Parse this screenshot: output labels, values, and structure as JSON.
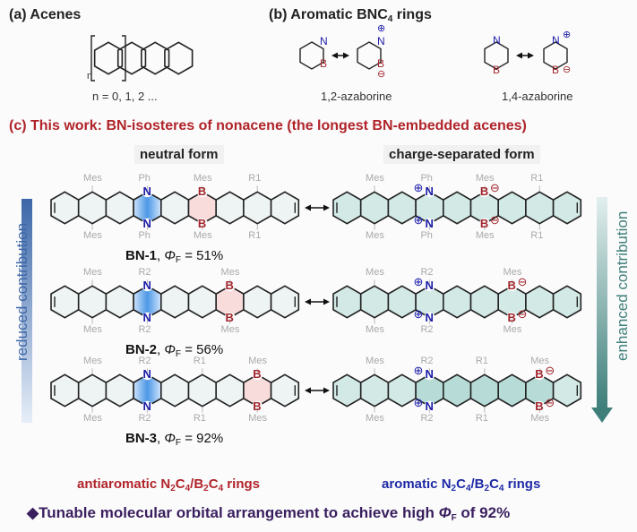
{
  "panel_a": {
    "title": "(a) Acenes",
    "n_label": "n",
    "caption": "n = 0, 1, 2 ..."
  },
  "panel_b": {
    "title_pre": "(b) Aromatic BNC",
    "title_sub": "4",
    "title_post": " rings",
    "caption_12": "1,2-azaborine",
    "caption_14": "1,4-azaborine"
  },
  "panel_c": {
    "title": "(c) This work: BN-isosteres of nonacene (the longest BN-embedded acenes)",
    "neutral_label": "neutral form",
    "charge_label": "charge-separated form",
    "left_arrow": "reduced contribution",
    "right_arrow": "enhanced contribution"
  },
  "molecules": [
    {
      "name": "BN-1",
      "phi_symbol": "Φ",
      "phi_sub": "F",
      "phi_value": "= 51%",
      "n_ring": 3,
      "b_ring": 5,
      "subs": [
        {
          "ring": 1,
          "top": "Mes",
          "bottom": "Mes"
        },
        {
          "ring": 3,
          "top": "Ph",
          "bottom": "Ph"
        },
        {
          "ring": 5,
          "top": "Mes",
          "bottom": "Mes"
        },
        {
          "ring": 7,
          "top": "R1",
          "bottom": "R1"
        }
      ]
    },
    {
      "name": "BN-2",
      "phi_symbol": "Φ",
      "phi_sub": "F",
      "phi_value": "= 56%",
      "n_ring": 3,
      "b_ring": 6,
      "subs": [
        {
          "ring": 1,
          "top": "Mes",
          "bottom": "Mes"
        },
        {
          "ring": 3,
          "top": "R2",
          "bottom": "R2"
        },
        {
          "ring": 6,
          "top": "Mes",
          "bottom": "Mes"
        }
      ]
    },
    {
      "name": "BN-3",
      "phi_symbol": "Φ",
      "phi_sub": "F",
      "phi_value": "= 92%",
      "n_ring": 3,
      "b_ring": 7,
      "subs": [
        {
          "ring": 1,
          "top": "Mes",
          "bottom": "Mes"
        },
        {
          "ring": 3,
          "top": "R2",
          "bottom": "R2"
        },
        {
          "ring": 5,
          "top": "R1",
          "bottom": "R1"
        },
        {
          "ring": 7,
          "top": "Mes",
          "bottom": "Mes"
        }
      ]
    }
  ],
  "atoms": {
    "N": "N",
    "B": "B",
    "plus": "⊕",
    "minus": "⊖"
  },
  "bottom": {
    "anti_pre": "antiaromatic N",
    "anti_s1": "2",
    "anti_m1": "C",
    "anti_s2": "4",
    "anti_m2": "/B",
    "anti_s3": "2",
    "anti_m3": "C",
    "anti_s4": "4",
    "anti_post": " rings",
    "arom_pre": "aromatic N",
    "arom_s1": "2",
    "arom_m1": "C",
    "arom_s2": "4",
    "arom_m2": "/B",
    "arom_s3": "2",
    "arom_m3": "C",
    "arom_s4": "4",
    "arom_post": " rings",
    "summary_bullet": "◆",
    "summary_pre": "Tunable molecular orbital arrangement to achieve high ",
    "summary_phi": "Φ",
    "summary_sub": "F",
    "summary_post": " of 92%"
  },
  "colors": {
    "nitrogen": "#1c1ca8",
    "boron": "#a3262c",
    "title_red": "#b0242a",
    "blue_text": "#1f2aa6",
    "purple": "#3a1f5e",
    "teal": "#3f7f7a",
    "blue_arrow": "#3c67a8"
  }
}
